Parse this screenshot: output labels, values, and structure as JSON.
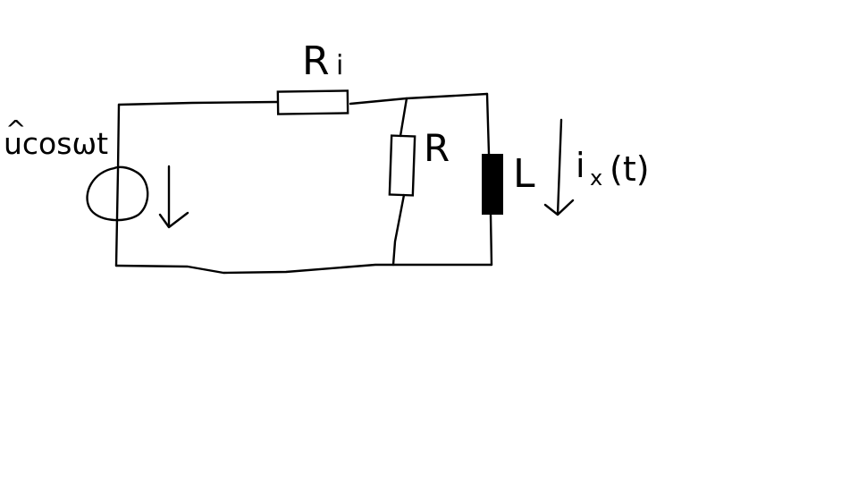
{
  "diagram": {
    "source": {
      "label_hat": "^",
      "label": "ucosωt"
    },
    "resistor_series": {
      "label": "R",
      "subscript": "i"
    },
    "resistor_shunt": {
      "label": "R"
    },
    "inductor": {
      "label": "L"
    },
    "current": {
      "label": "i",
      "subscript": "x",
      "argument": "(t)"
    },
    "colors": {
      "ink": "#000000",
      "background": "#ffffff"
    }
  }
}
